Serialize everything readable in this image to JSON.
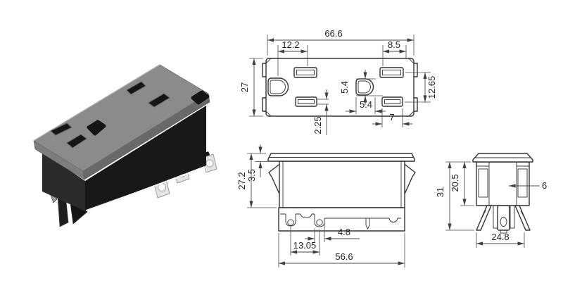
{
  "product": {
    "kind": "duplex-receptacle-technical-drawing",
    "colors": {
      "background": "#ffffff",
      "line": "#333333",
      "dim_line": "#4a4a4a",
      "text": "#1f1f1f",
      "plate_top": "#8b8b8b",
      "plate_bevel_left": "#7d7d7d",
      "plate_bevel_right": "#696969",
      "body_left": "#2b2b2b",
      "body_right": "#181818",
      "slot": "#151515",
      "leg_dark": "#1d1d1d",
      "leg_light": "#9b9b9b",
      "terminal": "#e4e4e4",
      "terminal_hole": "#ffffff",
      "edge_highlight": "#f5f5f5"
    }
  },
  "views": {
    "front_view": {
      "dimensions": {
        "overall_width": "66.6",
        "left_slot_offset": "12.2",
        "right_slot_width": "8.5",
        "overall_height": "27",
        "ground_hole_height": "5.4",
        "ground_hole_width": "5.4",
        "right_slot_spacing": "12.65",
        "slot_inner_height": "2.25",
        "lower_right_slot_width": "7"
      }
    },
    "side_view": {
      "dimensions": {
        "overall_height": "27.2",
        "flange_thickness": "3.5",
        "tab_width": "4.8",
        "hole_spacing": "13.05",
        "overall_width": "56.6"
      }
    },
    "end_view": {
      "dimensions": {
        "overall_height": "31",
        "body_height": "20.5",
        "channel_width": "6",
        "overall_width": "24.8"
      }
    }
  }
}
